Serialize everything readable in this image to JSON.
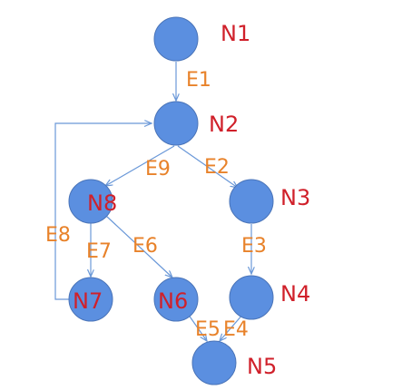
{
  "colors": {
    "node_fill": "#5b8fe0",
    "node_label": "#d0202a",
    "edge_line": "#6a98d8",
    "edge_label": "#e8822a"
  },
  "nodes": {
    "n1": "N1",
    "n2": "N2",
    "n3": "N3",
    "n4": "N4",
    "n5": "N5",
    "n6": "N6",
    "n7": "N7",
    "n8": "N8"
  },
  "edges": {
    "e1": "E1",
    "e2": "E2",
    "e3": "E3",
    "e4": "E4",
    "e5": "E5",
    "e6": "E6",
    "e7": "E7",
    "e8": "E8",
    "e9": "E9"
  }
}
